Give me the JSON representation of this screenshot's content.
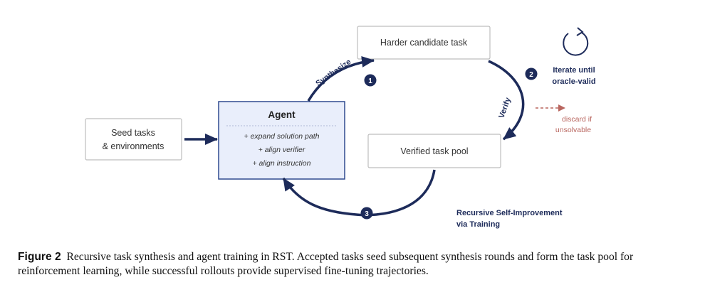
{
  "diagram": {
    "seed_box": {
      "line1": "Seed tasks",
      "line2": "& environments"
    },
    "agent_box": {
      "title": "Agent",
      "items": [
        "+ expand solution path",
        "+ align verifier",
        "+ align instruction"
      ]
    },
    "candidate_box": {
      "label": "Harder candidate task"
    },
    "pool_box": {
      "label": "Verified task pool"
    },
    "steps": {
      "synthesize": {
        "label": "Synthesize",
        "number": "1"
      },
      "verify": {
        "label": "Verify",
        "number": "2"
      },
      "train": {
        "number": "3"
      }
    },
    "iterate_note": {
      "line1": "Iterate until",
      "line2": "oracle-valid"
    },
    "discard_note": {
      "line1": "discard if",
      "line2": "unsolvable"
    },
    "rsi_note": {
      "line1": "Recursive Self-Improvement",
      "line2": "via Training"
    },
    "colors": {
      "navy": "#1d2b5a",
      "agent_fill": "#e9eefb",
      "agent_border": "#2f4a8f",
      "box_border": "#bdbdbd",
      "discard": "#b9665f"
    }
  },
  "caption": {
    "label": "Figure 2",
    "text": "Recursive task synthesis and agent training in RST. Accepted tasks seed subsequent synthesis rounds and form the task pool for reinforcement learning, while successful rollouts provide supervised fine-tuning trajectories."
  }
}
